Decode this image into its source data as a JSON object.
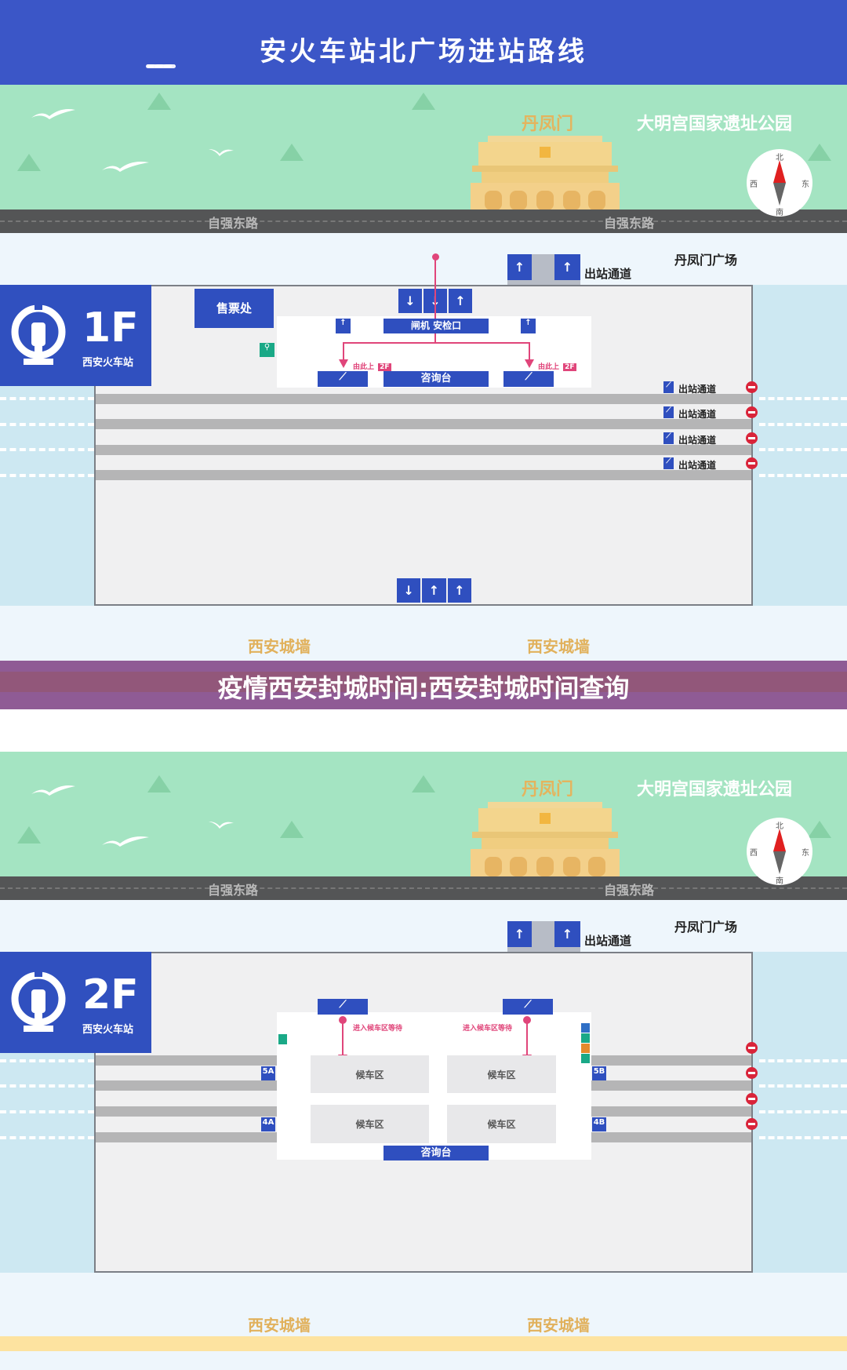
{
  "header": {
    "title": "安火车站北广场进站路线"
  },
  "scene": {
    "gate_label": "丹凤门",
    "park_label": "大明宫国家遗址公园",
    "road_label": "自强东路",
    "compass": {
      "north": "北",
      "south": "南",
      "east": "东",
      "west": "西"
    },
    "wall_label": "西安城墙",
    "plaza_label": "丹凤门广场",
    "exit_passage": "出站通道"
  },
  "floor1": {
    "level": "1F",
    "station": "西安火车站",
    "ticket_office": "售票处",
    "gate_security": "闸机 安检口",
    "info_desk": "咨询台",
    "up_here": "由此上",
    "up_badge": "2F",
    "exits": [
      "出站通道",
      "出站通道",
      "出站通道",
      "出站通道"
    ]
  },
  "floor2": {
    "level": "2F",
    "station": "西安火车站",
    "wait_prompt": "进入候车区等待",
    "waiting_area": "候车区",
    "info_desk": "咨询台",
    "gates": [
      "5A",
      "4A",
      "5B",
      "4B"
    ]
  },
  "banner": {
    "text": "疫情西安封城时间:西安封城时间查询"
  },
  "colors": {
    "header": "#3b56c7",
    "accent_pink": "#e0457a",
    "exit_red": "#d9243a",
    "banner": "#8f5b95"
  }
}
